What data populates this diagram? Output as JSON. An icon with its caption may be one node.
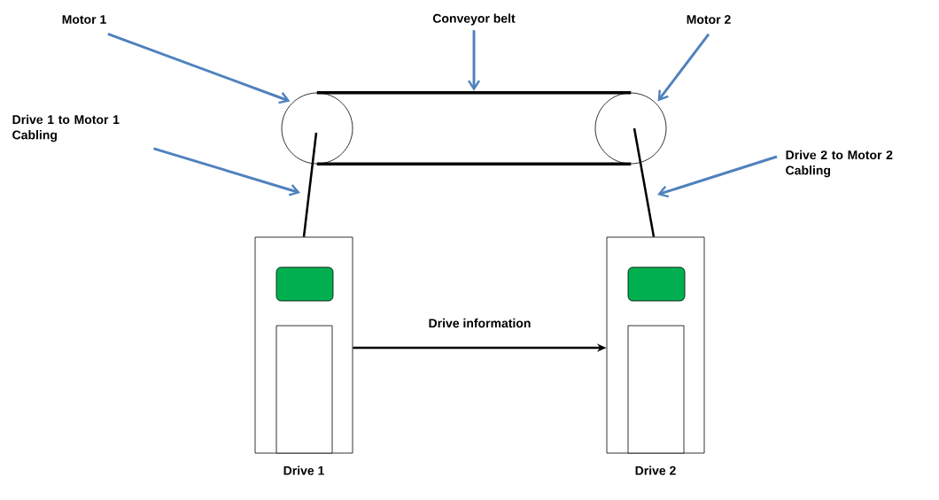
{
  "diagram": {
    "nodes": [
      {
        "text": [
          "Motor 1"
        ]
      },
      {
        "text": [
          "Conveyor belt"
        ]
      },
      {
        "text": [
          "Motor 2"
        ]
      },
      {
        "text": [
          "Drive 1 to Motor 1 Cabling"
        ]
      },
      {
        "text": [
          "Drive 2 to Motor 2 Cabling"
        ]
      },
      {
        "text": [],
        "shape": "circle"
      },
      {
        "text": [],
        "shape": "circle"
      },
      {
        "text": [
          "Drive 1"
        ]
      },
      {
        "text": [
          "Drive 2"
        ]
      },
      {
        "text": [],
        "shape": "belt"
      }
    ],
    "edges": [
      {
        "from": 0,
        "to": 5,
        "arrow": "to",
        "color": "#4f81bd"
      },
      {
        "from": 1,
        "to": 9,
        "arrow": "to",
        "color": "#4f81bd"
      },
      {
        "from": 2,
        "to": 6,
        "arrow": "to",
        "color": "#4f81bd"
      },
      {
        "from": 3,
        "to": null,
        "arrow": "to",
        "color": "#4f81bd"
      },
      {
        "from": 4,
        "to": null,
        "arrow": "to",
        "color": "#4f81bd"
      },
      {
        "from": 7,
        "to": 5,
        "arrow": "none",
        "color": "#000000"
      },
      {
        "from": 8,
        "to": 6,
        "arrow": "none",
        "color": "#000000"
      },
      {
        "from": 7,
        "to": 8,
        "arrow": "to",
        "label": "Drive information",
        "color": "#000000"
      }
    ]
  }
}
